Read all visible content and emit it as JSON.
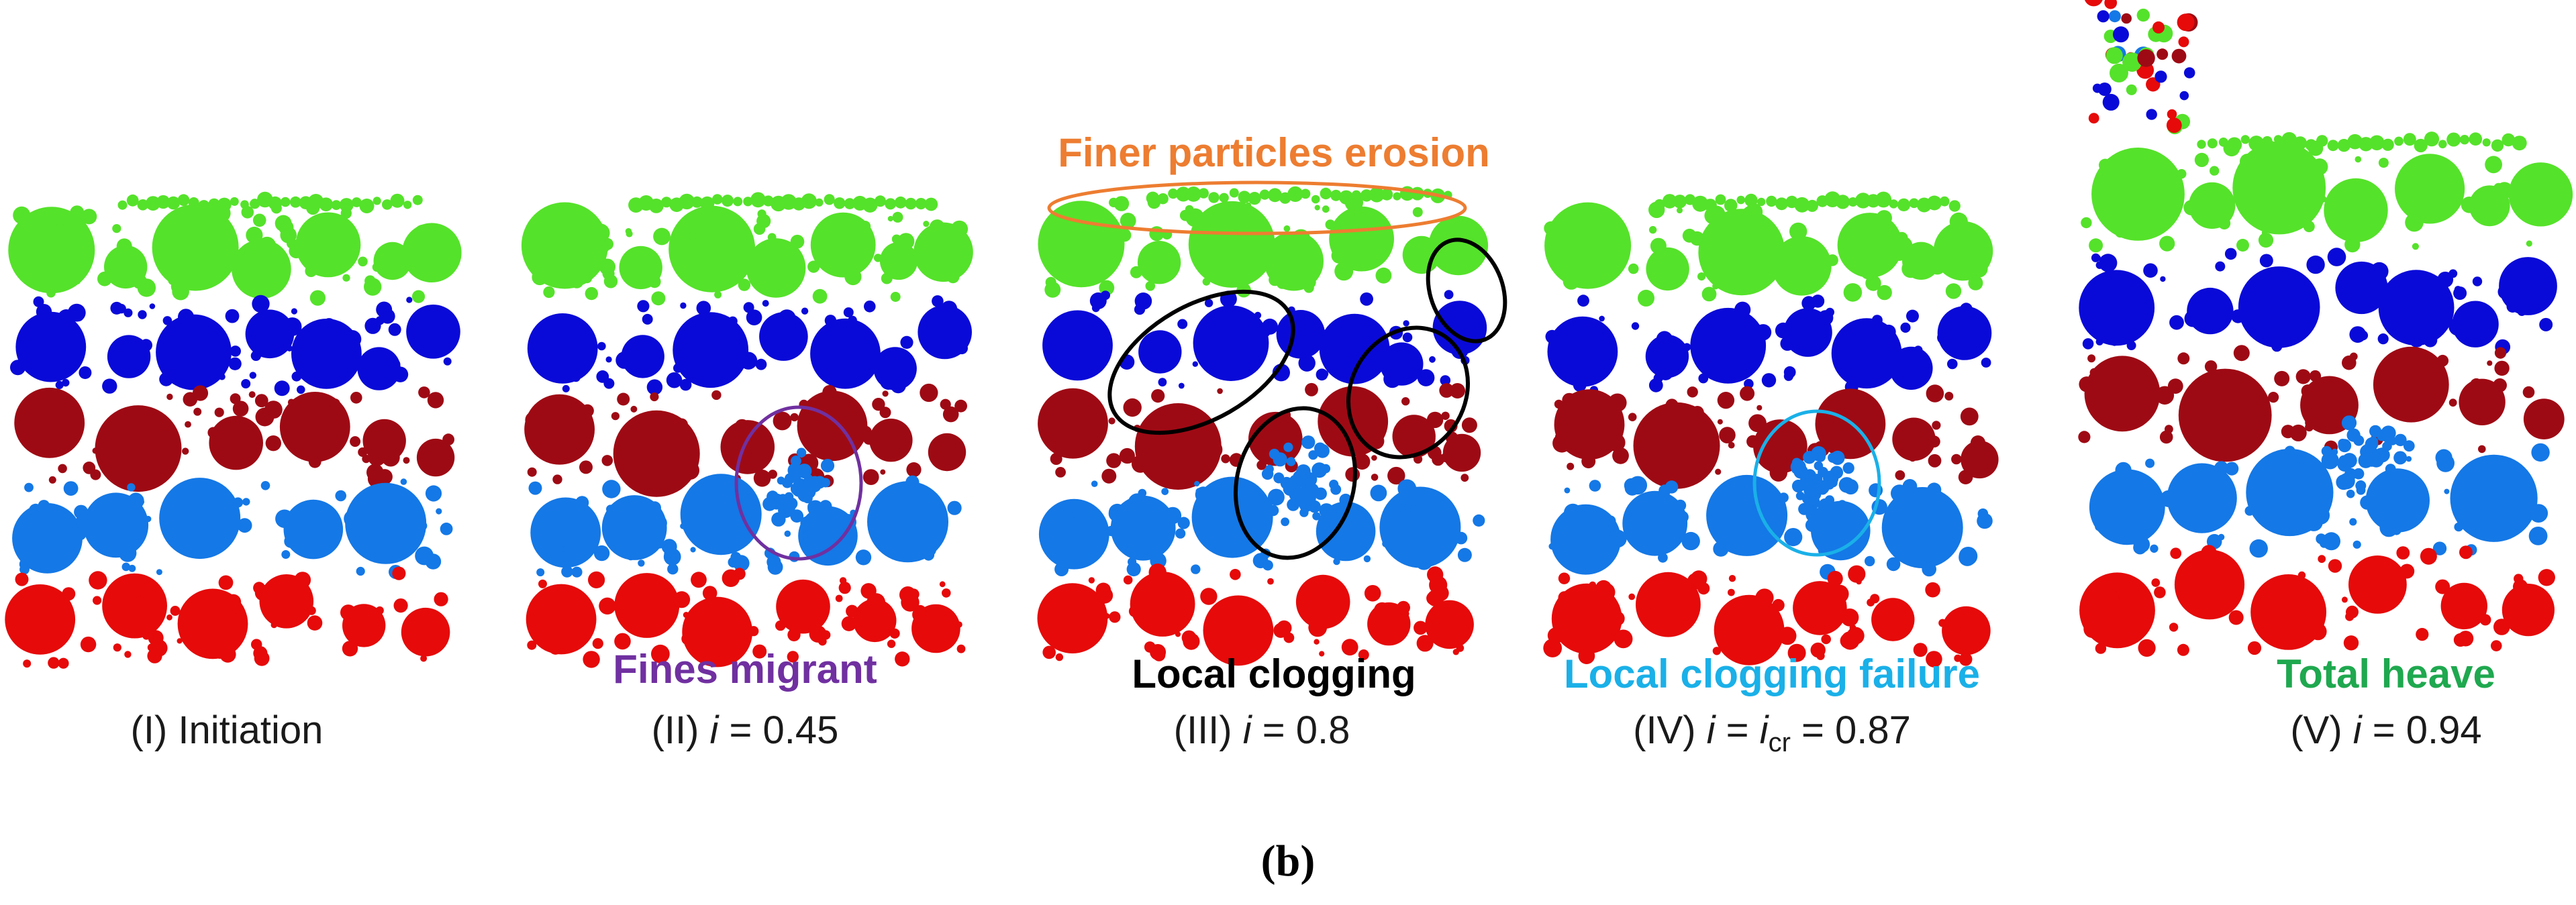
{
  "figure_label": "(b)",
  "panels": [
    {
      "title": "",
      "caption_prefix": "(I) Initiation",
      "caption_sub": "",
      "caption_suffix": ""
    },
    {
      "title": "Fines migrant",
      "title_color": "#7030a0",
      "caption_prefix": "(II) ",
      "caption_var": "i",
      "caption_eq": " = 0.45",
      "caption_sub": "",
      "caption_suffix": "",
      "annotation": "circle",
      "annotation_color": "#7030a0"
    },
    {
      "title": "Local clogging",
      "title_color": "#000000",
      "top_title": "Finer particles erosion",
      "top_title_color": "#ed7d31",
      "caption_prefix": "(III) ",
      "caption_var": "i",
      "caption_eq": " = 0.8",
      "caption_sub": "",
      "caption_suffix": "",
      "annotation": "ellipses",
      "annotation_color": "#000000"
    },
    {
      "title": "Local clogging failure",
      "title_color": "#1ab0e8",
      "caption_prefix": "(IV) ",
      "caption_var": "i",
      "caption_eq": " = ",
      "caption_var2": "i",
      "caption_sub": "cr",
      "caption_suffix": " = 0.87",
      "annotation": "circle",
      "annotation_color": "#1ab0e8"
    },
    {
      "title": "Total heave",
      "title_color": "#1fa84f",
      "caption_prefix": "(V) ",
      "caption_var": "i",
      "caption_eq": " = 0.94",
      "caption_sub": "",
      "caption_suffix": ""
    }
  ],
  "layer_colors": {
    "green": "#55e22a",
    "blue": "#0a0ad8",
    "dark_red": "#9e0a14",
    "light_blue": "#1478e6",
    "red": "#e60a0a"
  }
}
